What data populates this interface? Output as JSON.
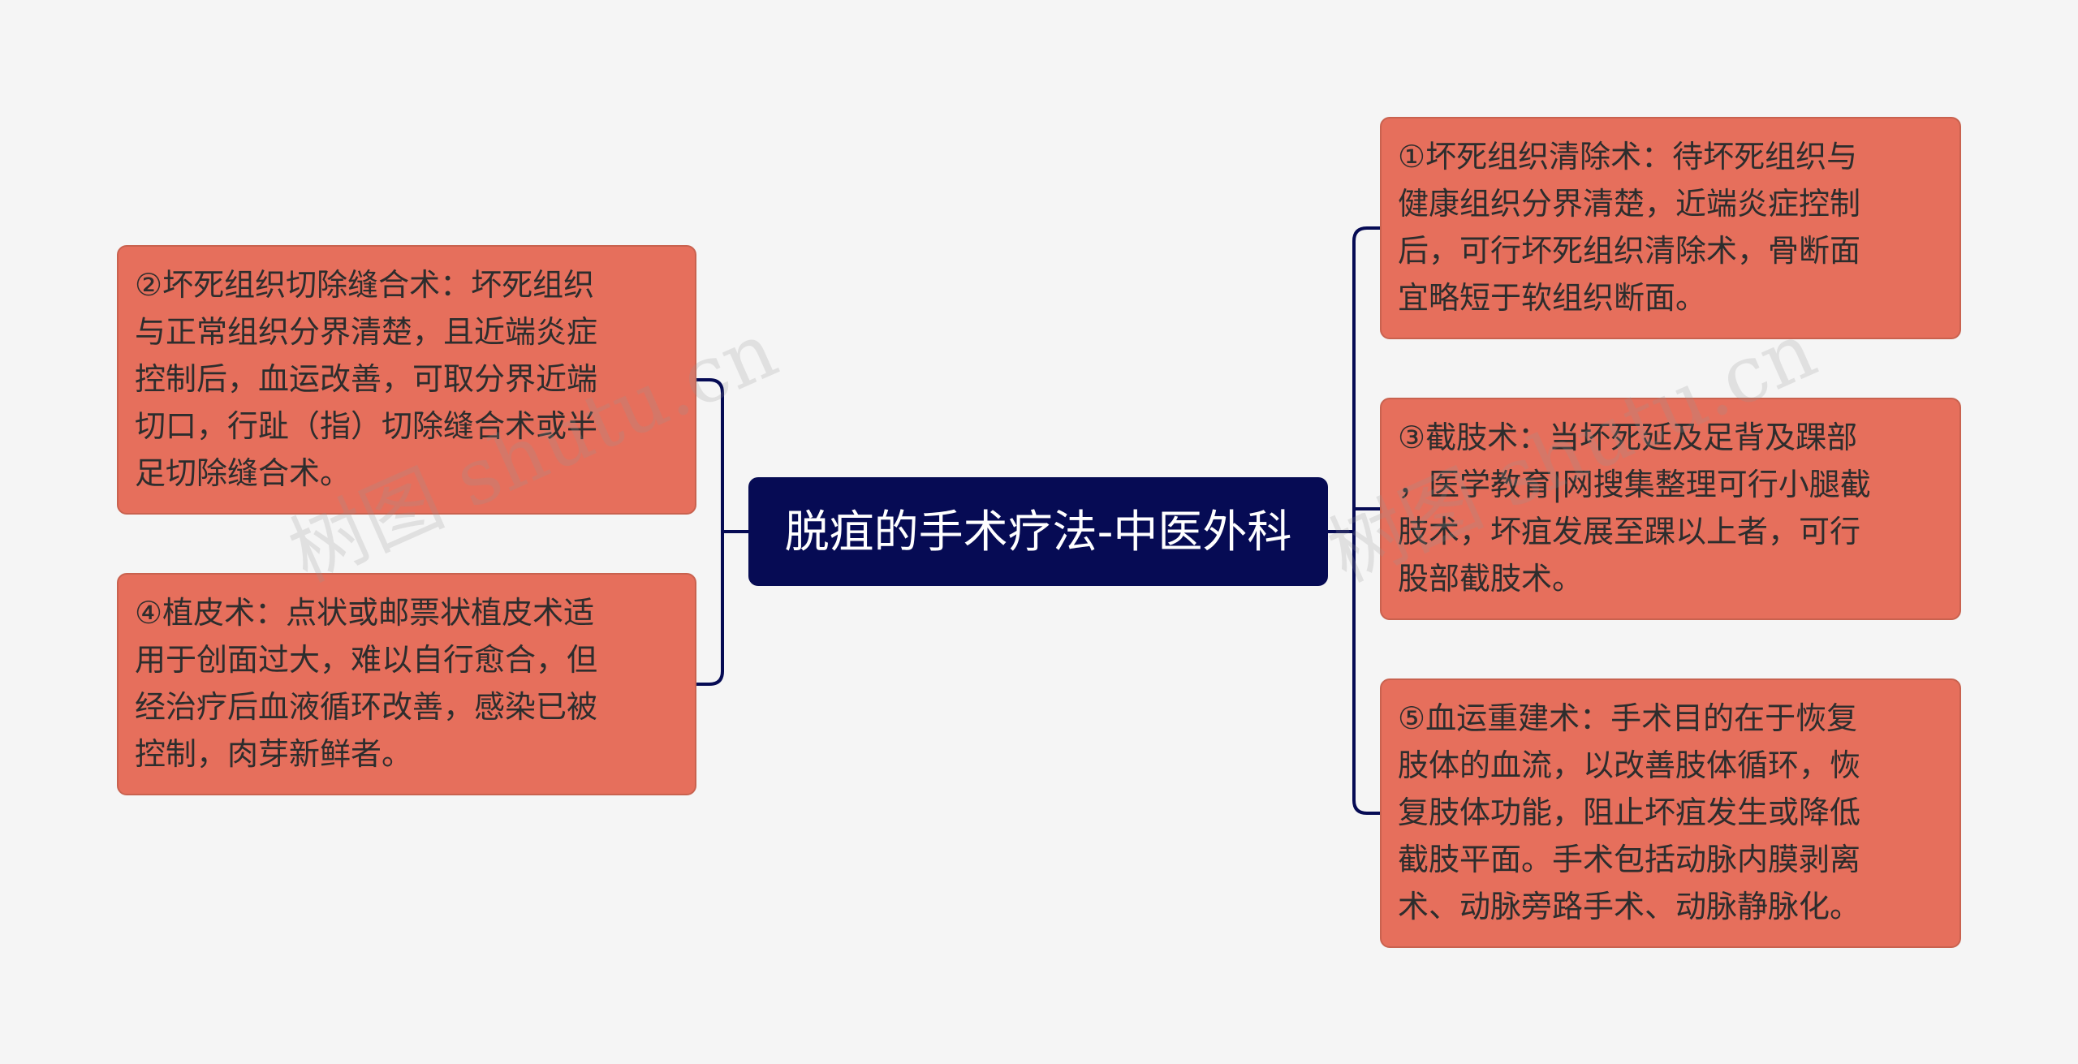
{
  "mindmap": {
    "center": {
      "label": "脱疽的手术疗法-中医外科"
    },
    "left_branches": [
      {
        "text": "②坏死组织切除缝合术：坏死组织\n与正常组织分界清楚，且近端炎症\n控制后，血运改善，可取分界近端\n切口，行趾（指）切除缝合术或半\n足切除缝合术。"
      },
      {
        "text": "④植皮术：点状或邮票状植皮术适\n用于创面过大，难以自行愈合，但\n经治疗后血液循环改善，感染已被\n控制，肉芽新鲜者。"
      }
    ],
    "right_branches": [
      {
        "text": "①坏死组织清除术：待坏死组织与\n健康组织分界清楚，近端炎症控制\n后，可行坏死组织清除术，骨断面\n宜略短于软组织断面。"
      },
      {
        "text": "③截肢术：当坏死延及足背及踝部\n，医学教育|网搜集整理可行小腿截\n肢术，坏疽发展至踝以上者，可行\n股部截肢术。"
      },
      {
        "text": "⑤血运重建术：手术目的在于恢复\n肢体的血流，以改善肢体循环，恢\n复肢体功能，阻止坏疽发生或降低\n截肢平面。手术包括动脉内膜剥离\n术、动脉旁路手术、动脉静脉化。"
      }
    ]
  },
  "watermarks": {
    "left": "树图 shutu.cn",
    "right": "树图 shutu.cn"
  },
  "colors": {
    "background": "#f5f5f5",
    "center_fill": "#060b54",
    "leaf_fill": "#e66f5c",
    "connector": "#060b54"
  }
}
